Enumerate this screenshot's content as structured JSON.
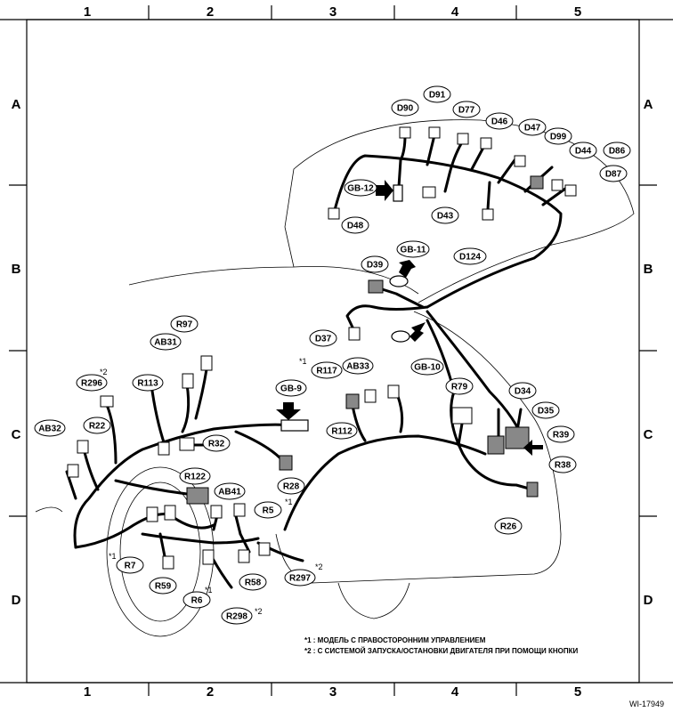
{
  "grid": {
    "columns": [
      "1",
      "2",
      "3",
      "4",
      "5"
    ],
    "rows": [
      "A",
      "B",
      "C",
      "D"
    ]
  },
  "callouts": [
    {
      "id": "D90",
      "text": "D90"
    },
    {
      "id": "D91",
      "text": "D91"
    },
    {
      "id": "D77",
      "text": "D77"
    },
    {
      "id": "D46",
      "text": "D46"
    },
    {
      "id": "D47",
      "text": "D47"
    },
    {
      "id": "D99",
      "text": "D99"
    },
    {
      "id": "D44",
      "text": "D44"
    },
    {
      "id": "D86",
      "text": "D86"
    },
    {
      "id": "D87",
      "text": "D87"
    },
    {
      "id": "GB-12",
      "text": "GB-12"
    },
    {
      "id": "D48",
      "text": "D48"
    },
    {
      "id": "D43",
      "text": "D43"
    },
    {
      "id": "D124",
      "text": "D124"
    },
    {
      "id": "GB-11",
      "text": "GB-11"
    },
    {
      "id": "D39",
      "text": "D39"
    },
    {
      "id": "D37",
      "text": "D37"
    },
    {
      "id": "GB-10",
      "text": "GB-10"
    },
    {
      "id": "R97",
      "text": "R97"
    },
    {
      "id": "AB31",
      "text": "AB31"
    },
    {
      "id": "R296",
      "text": "R296"
    },
    {
      "id": "R113",
      "text": "R113"
    },
    {
      "id": "GB-9",
      "text": "GB-9"
    },
    {
      "id": "R117",
      "text": "R117"
    },
    {
      "id": "AB33",
      "text": "AB33"
    },
    {
      "id": "R79",
      "text": "R79"
    },
    {
      "id": "D34",
      "text": "D34"
    },
    {
      "id": "D35",
      "text": "D35"
    },
    {
      "id": "AB32",
      "text": "AB32"
    },
    {
      "id": "R22",
      "text": "R22"
    },
    {
      "id": "R32",
      "text": "R32"
    },
    {
      "id": "R112",
      "text": "R112"
    },
    {
      "id": "R39",
      "text": "R39"
    },
    {
      "id": "R38",
      "text": "R38"
    },
    {
      "id": "R122",
      "text": "R122"
    },
    {
      "id": "AB41",
      "text": "AB41"
    },
    {
      "id": "R28",
      "text": "R28"
    },
    {
      "id": "R5",
      "text": "R5"
    },
    {
      "id": "R26",
      "text": "R26"
    },
    {
      "id": "R7",
      "text": "R7"
    },
    {
      "id": "R59",
      "text": "R59"
    },
    {
      "id": "R6",
      "text": "R6"
    },
    {
      "id": "R58",
      "text": "R58"
    },
    {
      "id": "R297",
      "text": "R297"
    },
    {
      "id": "R298",
      "text": "R298"
    }
  ],
  "marks": {
    "star1": "*1",
    "star2": "*2"
  },
  "notes": [
    "*1 : МОДЕЛЬ С ПРАВОСТОРОННИМ УПРАВЛЕНИЕМ",
    "*2 : С СИСТЕМОЙ ЗАПУСКА/ОСТАНОВКИ ДВИГАТЕЛЯ ПРИ ПОМОЩИ КНОПКИ"
  ],
  "figure_id": "WI-17949"
}
